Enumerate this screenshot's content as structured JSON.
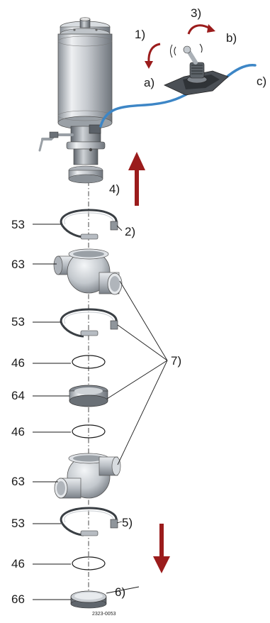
{
  "labels": {
    "step_1": "1)",
    "step_2": "2)",
    "step_3": "3)",
    "step_4": "4)",
    "step_5": "5)",
    "step_6": "6)",
    "step_7": "7)",
    "dir_a": "a)",
    "dir_b": "b)",
    "dir_c": "c)",
    "part_53_top": "53",
    "part_63_top": "63",
    "part_53_mid": "53",
    "part_46_a": "46",
    "part_64": "64",
    "part_46_b": "46",
    "part_63_bottom": "63",
    "part_53_bottom": "53",
    "part_46_c": "46",
    "part_66": "66"
  },
  "document_number": "2323-0053",
  "colors": {
    "arrow": "#9b1c1c",
    "cable": "#3d86c6",
    "metal": "#c9cdd2",
    "metal_dark": "#6d737a",
    "line": "#1a1a1a"
  }
}
